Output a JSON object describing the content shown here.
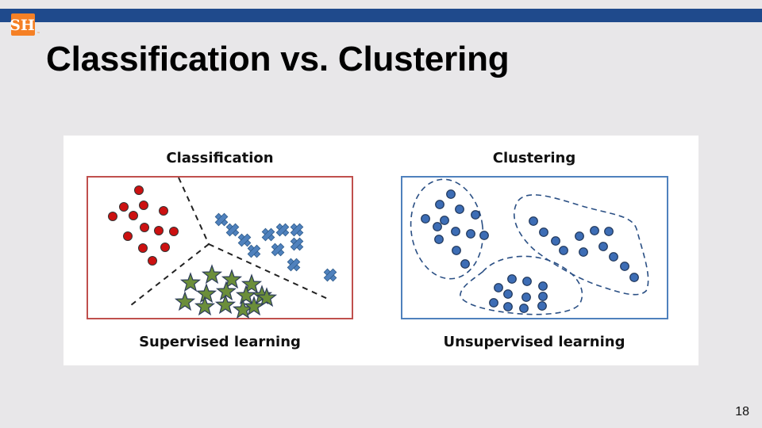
{
  "slide": {
    "title": "Classification vs. Clustering",
    "page_number": "18",
    "logo_text": "SH"
  },
  "figure": {
    "classification": {
      "title": "Classification",
      "caption": "Supervised learning",
      "frame_color": "#c0504d"
    },
    "clustering": {
      "title": "Clustering",
      "caption": "Unsupervised learning",
      "frame_color": "#4f81bd"
    }
  },
  "colors": {
    "accent_bar": "#1f4a8c",
    "logo_orange": "#f58025",
    "red_class": "#cc1111",
    "blue_class": "#4f81bd",
    "green_class": "#6b8e3a",
    "cluster_point": "#3d6db5"
  }
}
